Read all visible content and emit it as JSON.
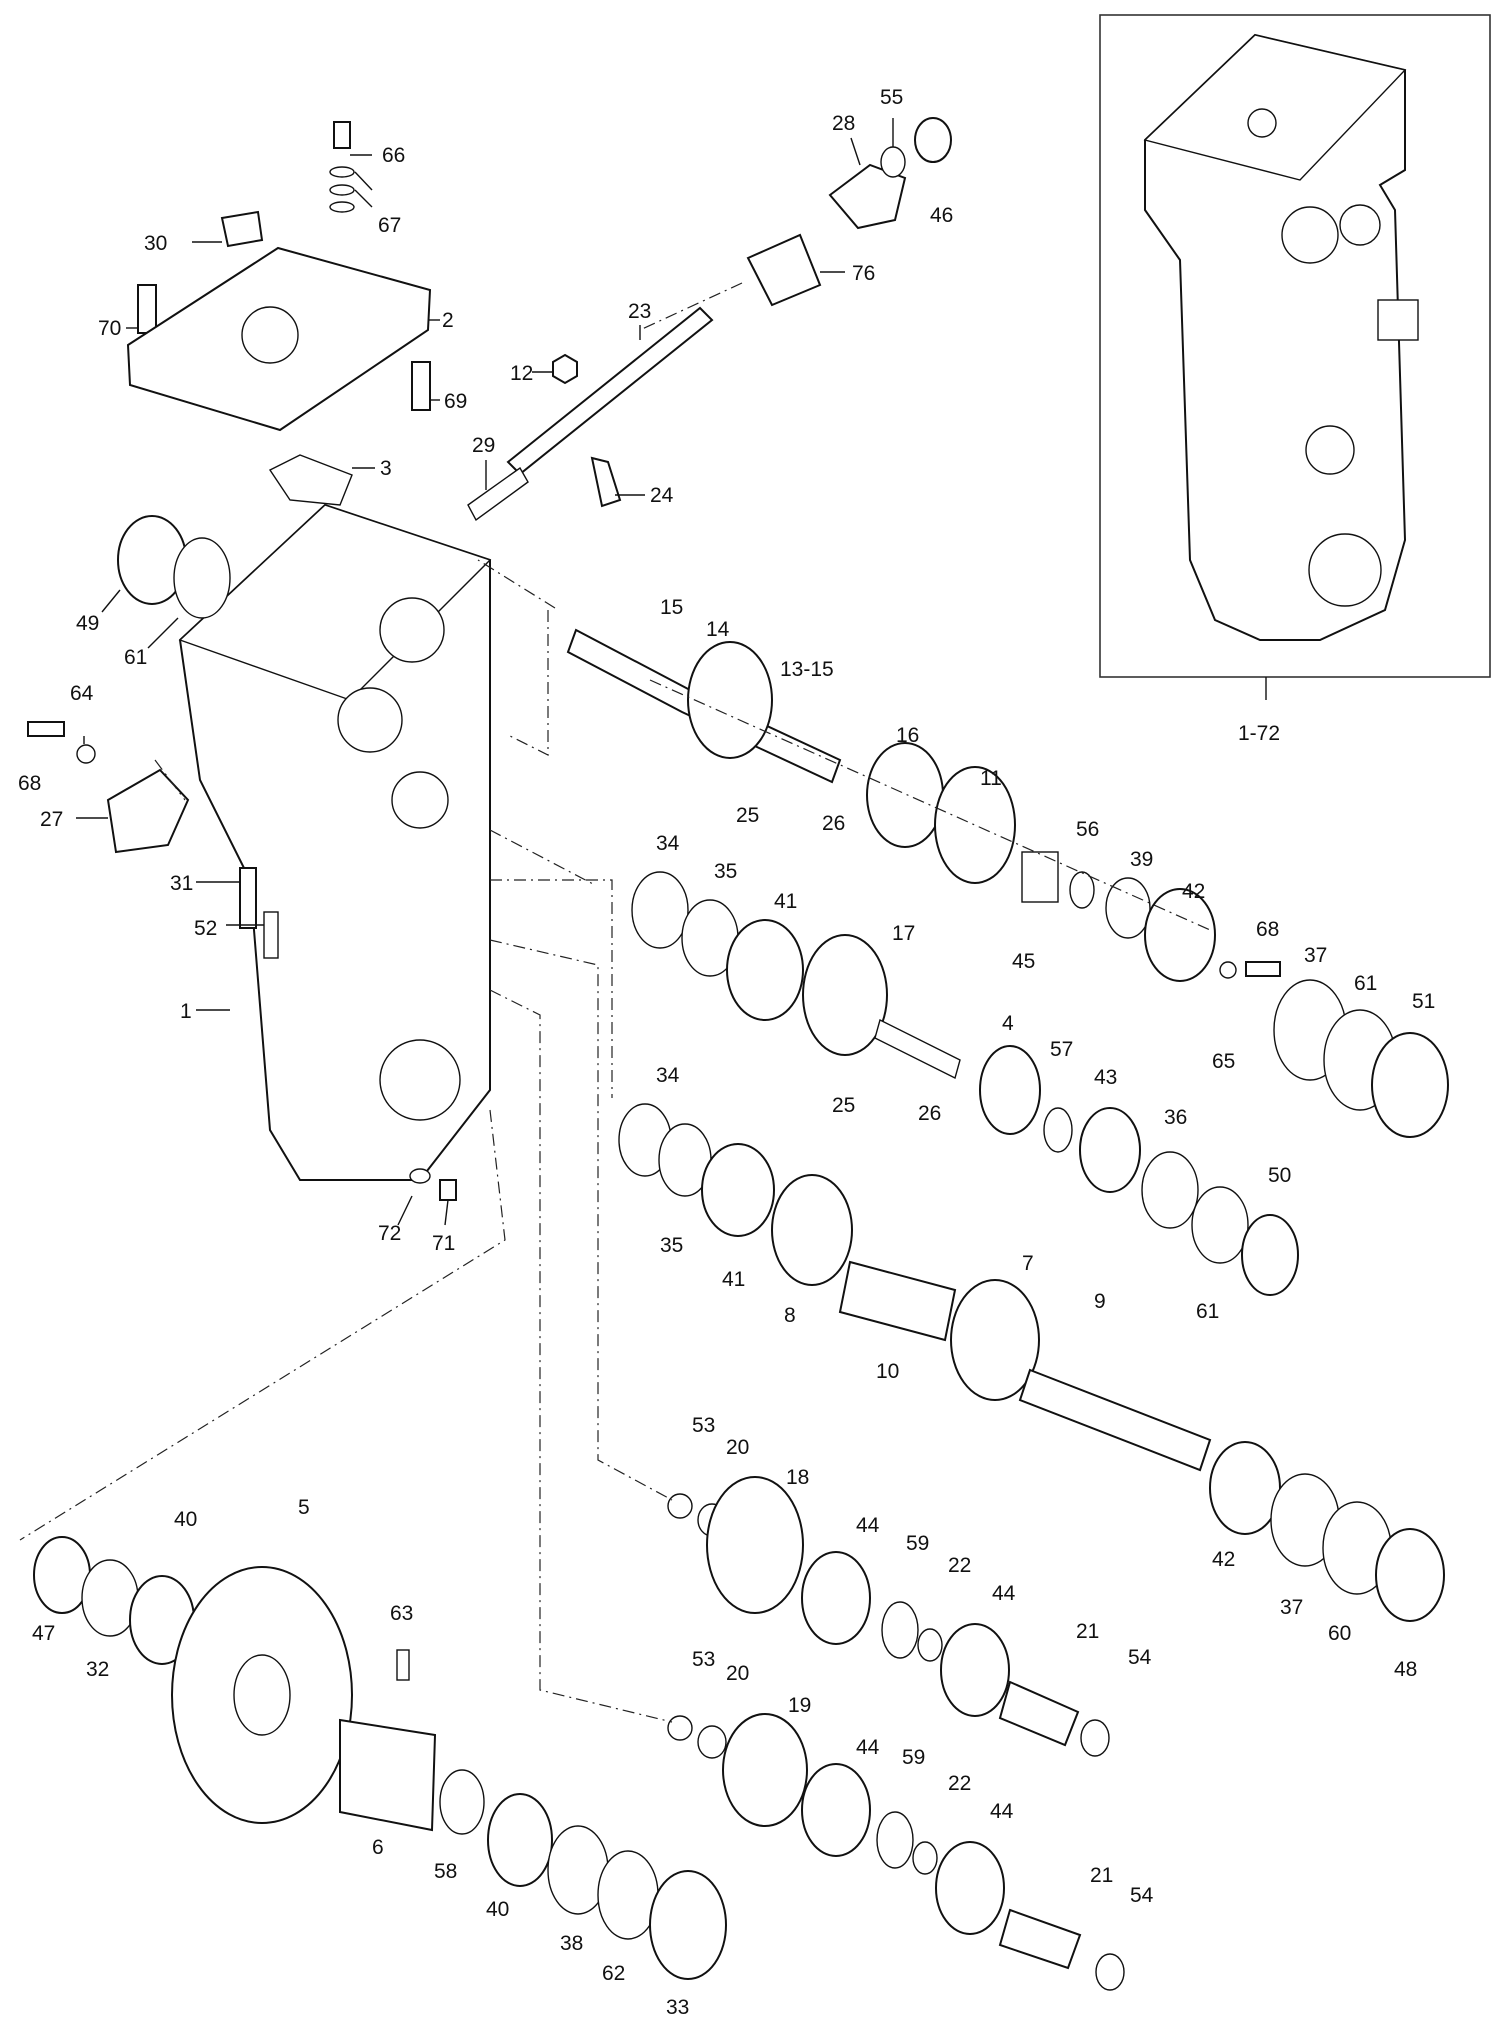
{
  "assembly_label": "1-72",
  "callouts": [
    {
      "id": "p66",
      "text": "66"
    },
    {
      "id": "p67",
      "text": "67"
    },
    {
      "id": "p30",
      "text": "30"
    },
    {
      "id": "p70",
      "text": "70"
    },
    {
      "id": "p2",
      "text": "2"
    },
    {
      "id": "p69",
      "text": "69"
    },
    {
      "id": "p3",
      "text": "3"
    },
    {
      "id": "p12",
      "text": "12"
    },
    {
      "id": "p23",
      "text": "23"
    },
    {
      "id": "p29",
      "text": "29"
    },
    {
      "id": "p24",
      "text": "24"
    },
    {
      "id": "p28",
      "text": "28"
    },
    {
      "id": "p55",
      "text": "55"
    },
    {
      "id": "p46",
      "text": "46"
    },
    {
      "id": "p76",
      "text": "76"
    },
    {
      "id": "p49",
      "text": "49"
    },
    {
      "id": "p61a",
      "text": "61"
    },
    {
      "id": "p64",
      "text": "64"
    },
    {
      "id": "p68a",
      "text": "68"
    },
    {
      "id": "p27",
      "text": "27"
    },
    {
      "id": "p31",
      "text": "31"
    },
    {
      "id": "p52",
      "text": "52"
    },
    {
      "id": "p1",
      "text": "1"
    },
    {
      "id": "p72",
      "text": "72"
    },
    {
      "id": "p71",
      "text": "71"
    },
    {
      "id": "p15",
      "text": "15"
    },
    {
      "id": "p14",
      "text": "14"
    },
    {
      "id": "p13_15",
      "text": "13-15"
    },
    {
      "id": "p16",
      "text": "16"
    },
    {
      "id": "p11",
      "text": "11"
    },
    {
      "id": "p25a",
      "text": "25"
    },
    {
      "id": "p26a",
      "text": "26"
    },
    {
      "id": "p56",
      "text": "56"
    },
    {
      "id": "p39",
      "text": "39"
    },
    {
      "id": "p42a",
      "text": "42"
    },
    {
      "id": "p68b",
      "text": "68"
    },
    {
      "id": "p45",
      "text": "45"
    },
    {
      "id": "p65",
      "text": "65"
    },
    {
      "id": "p37a",
      "text": "37"
    },
    {
      "id": "p61b",
      "text": "61"
    },
    {
      "id": "p51",
      "text": "51"
    },
    {
      "id": "p34a",
      "text": "34"
    },
    {
      "id": "p35a",
      "text": "35"
    },
    {
      "id": "p41a",
      "text": "41"
    },
    {
      "id": "p17",
      "text": "17"
    },
    {
      "id": "p4",
      "text": "4"
    },
    {
      "id": "p57",
      "text": "57"
    },
    {
      "id": "p43",
      "text": "43"
    },
    {
      "id": "p25b",
      "text": "25"
    },
    {
      "id": "p26b",
      "text": "26"
    },
    {
      "id": "p36",
      "text": "36"
    },
    {
      "id": "p50",
      "text": "50"
    },
    {
      "id": "p34b",
      "text": "34"
    },
    {
      "id": "p35b",
      "text": "35"
    },
    {
      "id": "p41b",
      "text": "41"
    },
    {
      "id": "p8",
      "text": "8"
    },
    {
      "id": "p61c",
      "text": "61"
    },
    {
      "id": "p7",
      "text": "7"
    },
    {
      "id": "p9",
      "text": "9"
    },
    {
      "id": "p10",
      "text": "10"
    },
    {
      "id": "p53a",
      "text": "53"
    },
    {
      "id": "p20a",
      "text": "20"
    },
    {
      "id": "p18",
      "text": "18"
    },
    {
      "id": "p44a",
      "text": "44"
    },
    {
      "id": "p59a",
      "text": "59"
    },
    {
      "id": "p22a",
      "text": "22"
    },
    {
      "id": "p44b",
      "text": "44"
    },
    {
      "id": "p42b",
      "text": "42"
    },
    {
      "id": "p37b",
      "text": "37"
    },
    {
      "id": "p60",
      "text": "60"
    },
    {
      "id": "p48",
      "text": "48"
    },
    {
      "id": "p21a",
      "text": "21"
    },
    {
      "id": "p54a",
      "text": "54"
    },
    {
      "id": "p5",
      "text": "5"
    },
    {
      "id": "p40a",
      "text": "40"
    },
    {
      "id": "p47",
      "text": "47"
    },
    {
      "id": "p32",
      "text": "32"
    },
    {
      "id": "p63",
      "text": "63"
    },
    {
      "id": "p53b",
      "text": "53"
    },
    {
      "id": "p20b",
      "text": "20"
    },
    {
      "id": "p19",
      "text": "19"
    },
    {
      "id": "p44c",
      "text": "44"
    },
    {
      "id": "p59b",
      "text": "59"
    },
    {
      "id": "p22b",
      "text": "22"
    },
    {
      "id": "p44d",
      "text": "44"
    },
    {
      "id": "p21b",
      "text": "21"
    },
    {
      "id": "p54b",
      "text": "54"
    },
    {
      "id": "p6",
      "text": "6"
    },
    {
      "id": "p58",
      "text": "58"
    },
    {
      "id": "p40b",
      "text": "40"
    },
    {
      "id": "p38",
      "text": "38"
    },
    {
      "id": "p62",
      "text": "62"
    },
    {
      "id": "p33",
      "text": "33"
    }
  ]
}
